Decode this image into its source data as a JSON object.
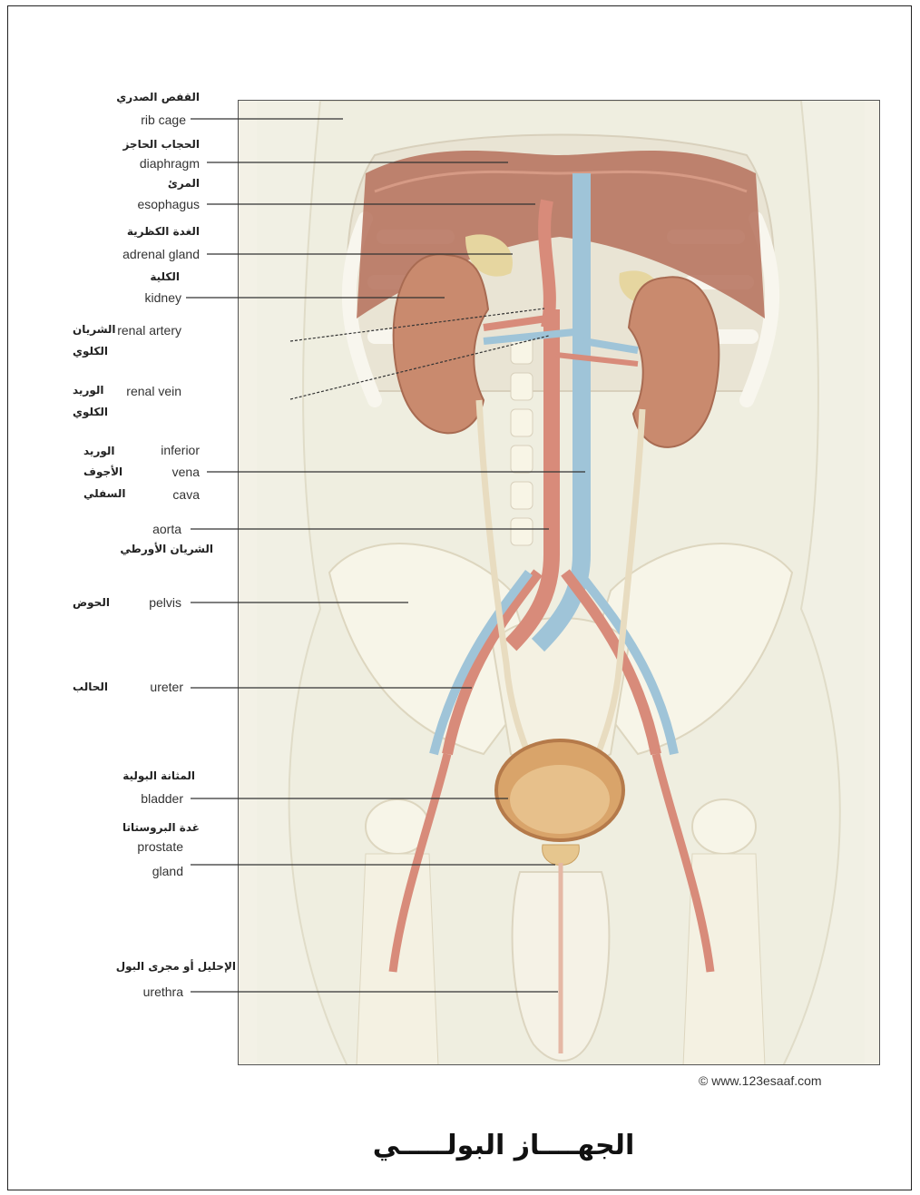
{
  "labels": [
    {
      "id": "rib-cage",
      "en": "rib cage",
      "ar": "القفص الصدري"
    },
    {
      "id": "diaphragm",
      "en": "diaphragm",
      "ar": "الحجاب الحاجز"
    },
    {
      "id": "esophagus",
      "en": "esophagus",
      "ar": "المرئ"
    },
    {
      "id": "adrenal-gland",
      "en": "adrenal gland",
      "ar": "الغدة الكظرية"
    },
    {
      "id": "kidney",
      "en": "kidney",
      "ar": "الكلية"
    },
    {
      "id": "renal-artery",
      "en": "renal artery",
      "ar_top": "الشريان",
      "ar_bottom": "الكلوي"
    },
    {
      "id": "renal-vein",
      "en": "renal vein",
      "ar_top": "الوريد",
      "ar_bottom": "الكلوي"
    },
    {
      "id": "inferior-vena-cava",
      "en_lines": [
        "inferior",
        "vena",
        "cava"
      ],
      "ar_lines": [
        "الوريد",
        "الأجوف",
        "السفلي"
      ]
    },
    {
      "id": "aorta",
      "en": "aorta",
      "ar": "الشريان الأورطي"
    },
    {
      "id": "pelvis",
      "en": "pelvis",
      "ar": "الحوض"
    },
    {
      "id": "ureter",
      "en": "ureter",
      "ar": "الحالب"
    },
    {
      "id": "bladder",
      "en": "bladder",
      "ar": "المثانة البولية"
    },
    {
      "id": "prostate-gland",
      "en_lines": [
        "prostate",
        "gland"
      ],
      "ar": "غدة البروستاتا"
    },
    {
      "id": "urethra",
      "en": "urethra",
      "ar": "الإحليل أو مجرى البول"
    }
  ],
  "credit": "© www.123esaaf.com",
  "title": "الجهــــاز البولـــــي",
  "colors": {
    "skin": "#efeedf",
    "bone": "#f7f5e8",
    "kidney": "#c98a6e",
    "muscle": "#b5705a",
    "artery": "#d88b7a",
    "vein": "#9fc4d8",
    "bladder": "#d9a46a"
  }
}
